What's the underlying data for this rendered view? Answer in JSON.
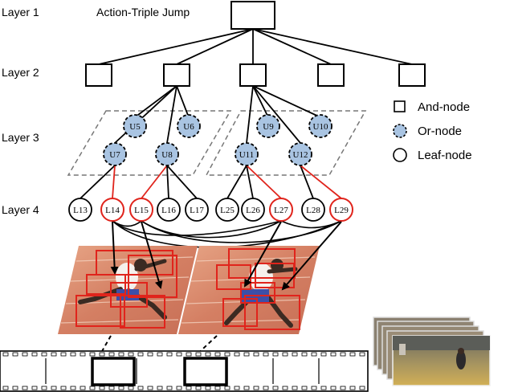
{
  "diagram": {
    "title": "Action-Triple Jump",
    "layers": [
      "Layer 1",
      "Layer 2",
      "Layer 3",
      "Layer 4"
    ],
    "legend": [
      {
        "shape": "square",
        "label": "And-node"
      },
      {
        "shape": "or-circle",
        "label": "Or-node"
      },
      {
        "shape": "leaf-circle",
        "label": "Leaf-node"
      }
    ],
    "or_nodes": [
      "U5",
      "U6",
      "U7",
      "U8",
      "U9",
      "U10",
      "U11",
      "U12"
    ],
    "leaf_nodes": [
      "L13",
      "L14",
      "L15",
      "L16",
      "L17",
      "L25",
      "L26",
      "L27",
      "L28",
      "L29"
    ],
    "selected_leaf_nodes": [
      "L14",
      "L15",
      "L27",
      "L29"
    ],
    "colors": {
      "or_fill": "#a9c4e2",
      "selected": "#e0241c",
      "frame_fill": "#d58a6b",
      "edge": "#000000"
    }
  }
}
